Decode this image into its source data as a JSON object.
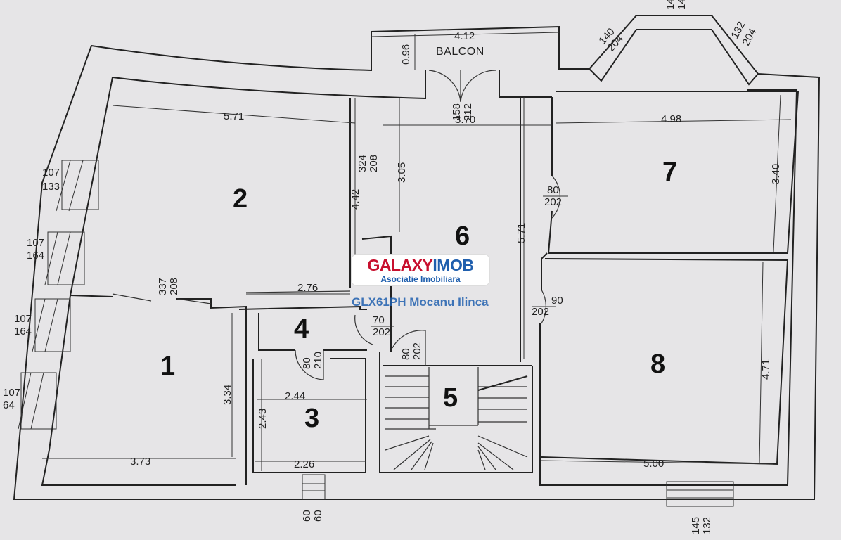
{
  "rooms": {
    "r1": "1",
    "r2": "2",
    "r3": "3",
    "r4": "4",
    "r5": "5",
    "r6": "6",
    "r7": "7",
    "r8": "8"
  },
  "balcony": {
    "label": "BALCON",
    "width": "4.12",
    "depth": "0.96"
  },
  "dimensions": {
    "d571_top": "5.71",
    "d370": "3.70",
    "d498": "4.98",
    "d442": "4.42",
    "d305": "3.05",
    "d571_v": "5.71",
    "d340": "3.40",
    "d276": "2.76",
    "d334": "3.34",
    "d373": "3.73",
    "d244": "2.44",
    "d243": "2.43",
    "d226": "2.26",
    "d471": "4.71",
    "d500": "5.00"
  },
  "openings": {
    "w1": {
      "top": "107",
      "bottom": "133"
    },
    "w2": {
      "top": "107",
      "bottom": "164"
    },
    "w3": {
      "top": "107",
      "bottom": "164"
    },
    "w4": {
      "top": "107",
      "bottom": "64"
    },
    "d_2_1": {
      "top": "337",
      "bottom": "208"
    },
    "d_2_6": {
      "top": "324",
      "bottom": "208"
    },
    "d_balcon": {
      "top": "158",
      "bottom": "212"
    },
    "d_7": {
      "top": "80",
      "bottom": "202"
    },
    "d_8": {
      "top": "90",
      "bottom": "202"
    },
    "d_4": {
      "top": "70",
      "bottom": "202"
    },
    "d_3": {
      "top": "80",
      "bottom": "210"
    },
    "d_5": {
      "top": "80",
      "bottom": "202"
    },
    "bay_left": {
      "top": "140",
      "bottom": "204"
    },
    "bay_mid": {
      "top": "14",
      "bottom": "14"
    },
    "bay_right": {
      "top": "132",
      "bottom": "204"
    },
    "win_bottom_left": {
      "top": "60",
      "bottom": "60"
    },
    "win_bottom_right": {
      "top": "145",
      "bottom": "132"
    }
  },
  "watermark": {
    "brand_a": "GALAXY",
    "brand_b": "IMOB",
    "tagline": "Asociatie Imobiliara",
    "agent": "GLX61PH Mocanu Ilinca"
  }
}
